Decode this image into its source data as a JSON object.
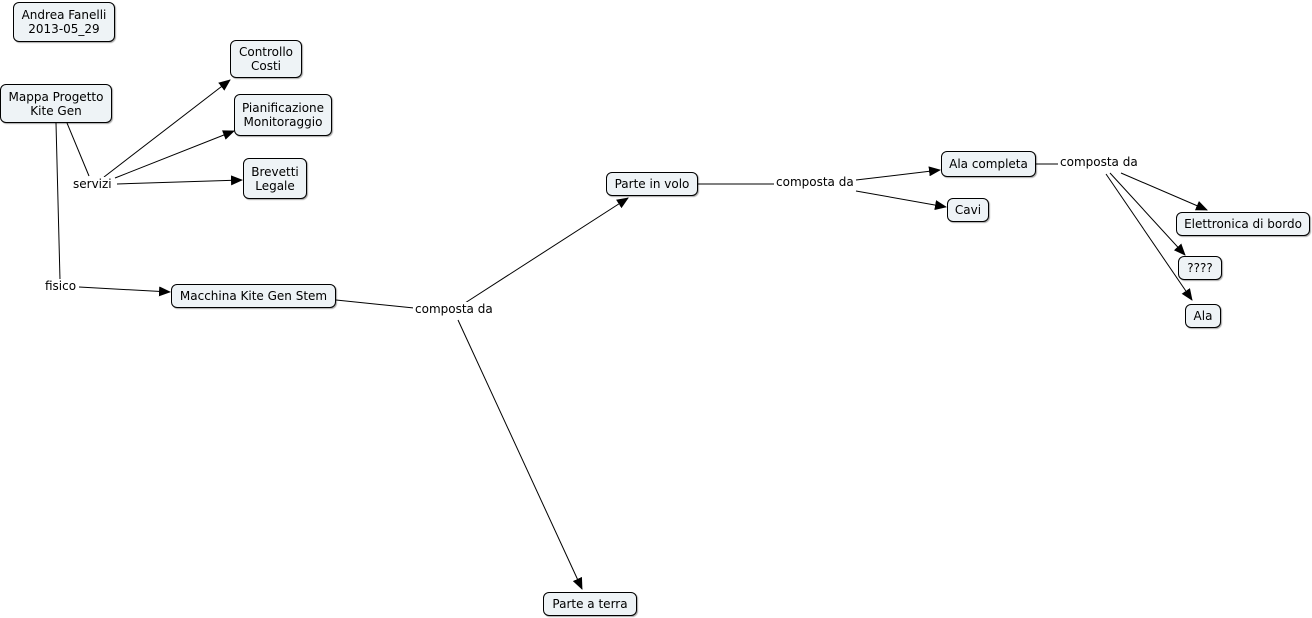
{
  "colors": {
    "node_fill": "#eef3f6",
    "node_border": "#000000",
    "link": "#000000",
    "background": "#ffffff"
  },
  "concepts": {
    "author": [
      "Andrea Fanelli",
      "2013-05_29"
    ],
    "mappa": [
      "Mappa Progetto",
      "Kite Gen"
    ],
    "controllo": [
      "Controllo",
      "Costi"
    ],
    "pianificazione": [
      "Pianificazione",
      "Monitoraggio"
    ],
    "brevetti": [
      "Brevetti",
      "Legale"
    ],
    "macchina": "Macchina Kite Gen Stem",
    "parte_volo": "Parte in volo",
    "parte_terra": "Parte a terra",
    "ala_completa": "Ala completa",
    "cavi": "Cavi",
    "elettronica": "Elettronica di bordo",
    "unknown": "????",
    "ala": "Ala"
  },
  "linking_phrases": {
    "servizi": "servizi",
    "fisico": "fisico",
    "composta_macchina": "composta da",
    "composta_volo": "composta da",
    "composta_ala": "composta da"
  }
}
